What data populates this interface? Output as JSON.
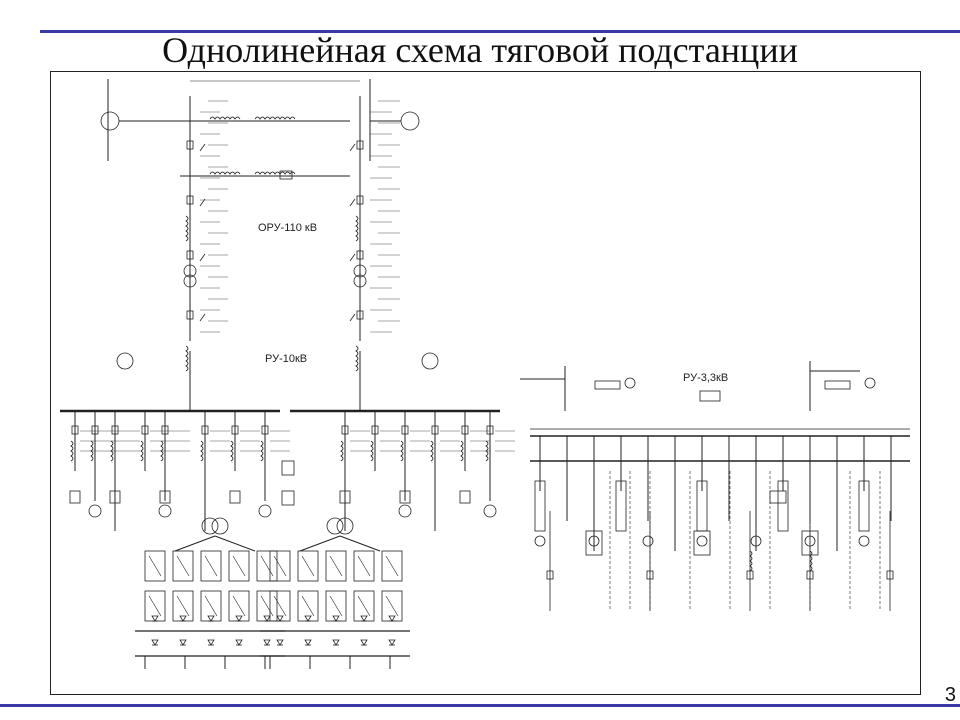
{
  "slide": {
    "title": "Однолинейная схема тяговой подстанции",
    "page_number": "3"
  },
  "diagram": {
    "sections": {
      "oru": "ОРУ-110 кВ",
      "ru10": "РУ-10кВ",
      "ru33": "РУ-3,3кВ"
    }
  }
}
